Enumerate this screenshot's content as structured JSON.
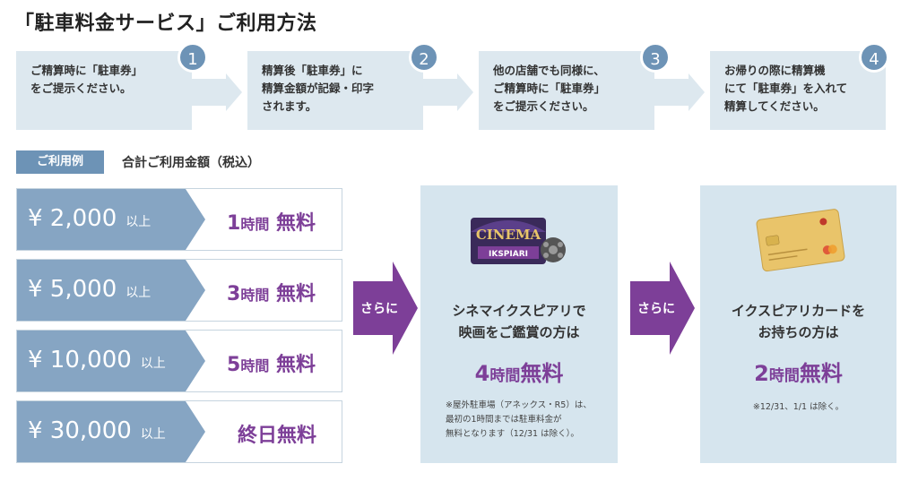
{
  "title": "「駐車料金サービス」ご利用方法",
  "steps": [
    {
      "num": "1",
      "text": "ご精算時に「駐車券」\nをご提示ください。"
    },
    {
      "num": "2",
      "text": "精算後「駐車券」に\n精算金額が記録・印字\nされます。"
    },
    {
      "num": "3",
      "text": "他の店舗でも同様に、\nご精算時に「駐車券」\nをご提示ください。"
    },
    {
      "num": "4",
      "text": "お帰りの際に精算機\nにて「駐車券」を入れて\n精算してください。"
    }
  ],
  "example": {
    "tag": "ご利用例",
    "desc": "合計ご利用金額（税込）"
  },
  "tiers": [
    {
      "amount": "¥ 2,000",
      "min": "以上",
      "hours": "1",
      "unit": "時間",
      "free": "無料"
    },
    {
      "amount": "¥ 5,000",
      "min": "以上",
      "hours": "3",
      "unit": "時間",
      "free": "無料"
    },
    {
      "amount": "¥ 10,000",
      "min": "以上",
      "hours": "5",
      "unit": "時間",
      "free": "無料"
    },
    {
      "amount": "¥ 30,000",
      "min": "以上",
      "allday": "終日無料"
    }
  ],
  "sarani": "さらに",
  "cinema": {
    "logo_main": "CINEMA",
    "logo_sub": "IKSPIARI",
    "text": "シネマイクスピアリで\n映画をご鑑賞の方は",
    "hours": "4",
    "unit": "時間",
    "free": "無料",
    "note": "※屋外駐車場（アネックス・R5）は、\n最初の1時間までは駐車料金が\n無料となります（12/31 は除く）。"
  },
  "card": {
    "text": "イクスピアリカードを\nお持ちの方は",
    "hours": "2",
    "unit": "時間",
    "free": "無料",
    "note": "※12/31、1/1 は除く。"
  },
  "colors": {
    "blue": "#6d93b6",
    "lightblue": "#dde8ef",
    "purple": "#7d3f98",
    "tierblue": "#86a5c3"
  }
}
